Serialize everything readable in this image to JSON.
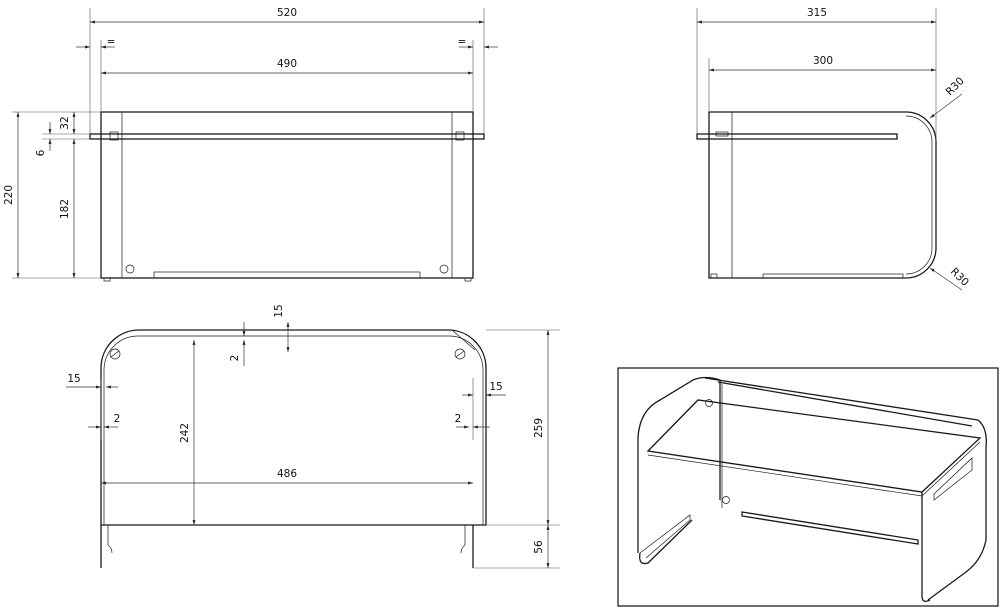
{
  "front_view": {
    "dims": {
      "total_width": "520",
      "inner_width": "490",
      "equal_left": "=",
      "equal_right": "=",
      "height_total": "220",
      "top_gap": "32",
      "shelf_thickness": "6",
      "lower_height": "182"
    }
  },
  "side_view": {
    "dims": {
      "depth_total": "315",
      "depth_shelf": "300",
      "radius_top": "R30",
      "radius_bottom": "R30"
    }
  },
  "plan_view": {
    "dims": {
      "top_offset": "15",
      "top_gap": "2",
      "left_offset": "15",
      "right_offset": "15",
      "left_gap": "2",
      "right_gap": "2",
      "inner_depth": "242",
      "inner_width": "486",
      "total_depth": "259",
      "leg_extension": "56"
    }
  }
}
